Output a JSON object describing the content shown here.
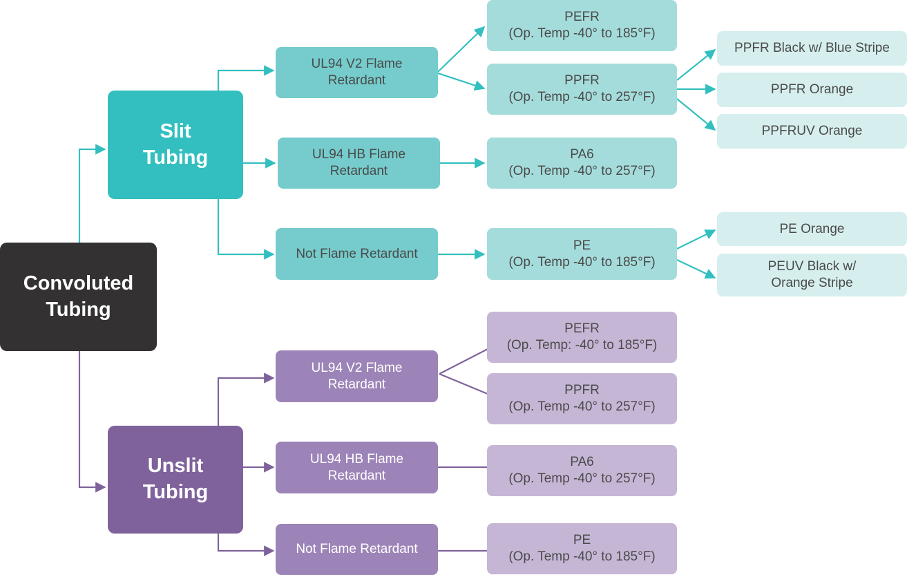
{
  "root": {
    "line1": "Convoluted",
    "line2": "Tubing"
  },
  "slit": {
    "title": {
      "line1": "Slit",
      "line2": "Tubing"
    },
    "v2": {
      "line1": "UL94 V2 Flame",
      "line2": "Retardant"
    },
    "hb": {
      "line1": "UL94 HB Flame",
      "line2": "Retardant"
    },
    "nfr": {
      "line1": "Not Flame Retardant"
    },
    "pefr": {
      "line1": "PEFR",
      "line2": "(Op. Temp -40° to 185°F)"
    },
    "ppfr": {
      "line1": "PPFR",
      "line2": "(Op. Temp -40° to 257°F)"
    },
    "pa6": {
      "line1": "PA6",
      "line2": "(Op. Temp -40° to 257°F)"
    },
    "pe": {
      "line1": "PE",
      "line2": "(Op. Temp -40° to 185°F)"
    },
    "ppfr_black": {
      "line1": "PPFR Black w/ Blue Stripe"
    },
    "ppfr_orange": {
      "line1": "PPFR Orange"
    },
    "ppfruv_orange": {
      "line1": "PPFRUV Orange"
    },
    "pe_orange": {
      "line1": "PE Orange"
    },
    "peuv": {
      "line1": "PEUV Black w/",
      "line2": "Orange Stripe"
    }
  },
  "unslit": {
    "title": {
      "line1": "Unslit",
      "line2": "Tubing"
    },
    "v2": {
      "line1": "UL94 V2 Flame",
      "line2": "Retardant"
    },
    "hb": {
      "line1": "UL94 HB Flame",
      "line2": "Retardant"
    },
    "nfr": {
      "line1": "Not Flame Retardant"
    },
    "pefr": {
      "line1": "PEFR",
      "line2": "(Op. Temp: -40° to 185°F)"
    },
    "ppfr": {
      "line1": "PPFR",
      "line2": "(Op. Temp -40° to 257°F)"
    },
    "pa6": {
      "line1": "PA6",
      "line2": "(Op. Temp -40° to 257°F)"
    },
    "pe": {
      "line1": "PE",
      "line2": "(Op. Temp -40° to 185°F)"
    }
  },
  "colors": {
    "dark": "#333132",
    "teal": "#33bfbf",
    "purple": "#7f629b",
    "teal_line": "#33bfbf",
    "purple_line": "#7f629b"
  }
}
